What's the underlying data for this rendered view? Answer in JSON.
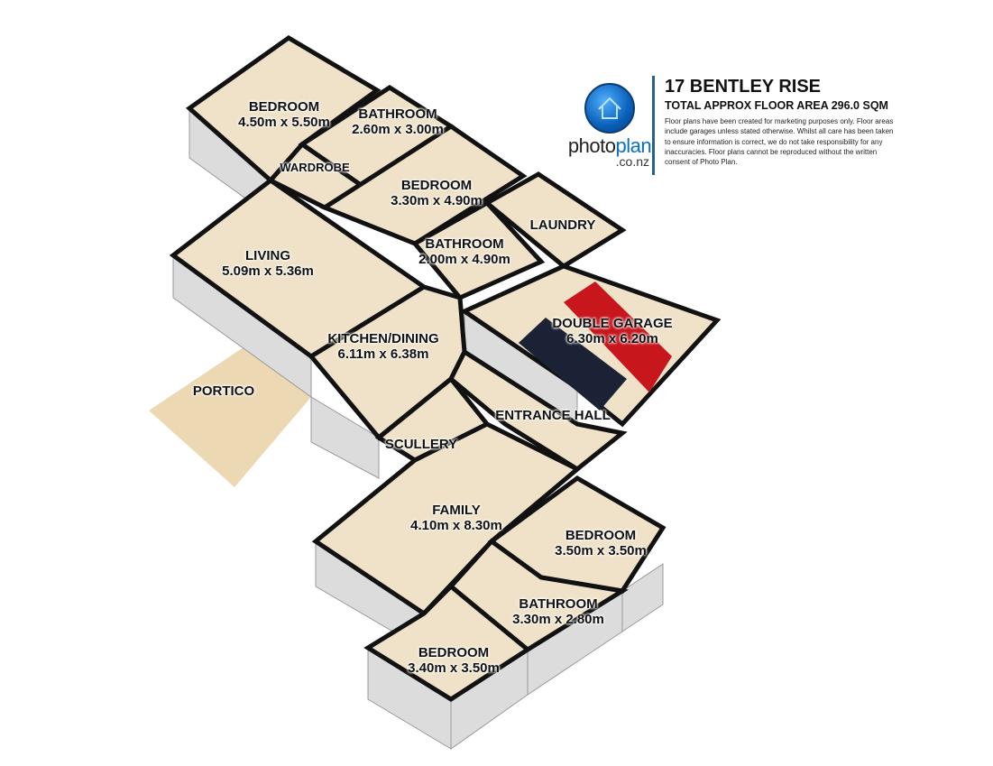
{
  "header": {
    "title": "17 BENTLEY RISE",
    "total_area": "TOTAL APPROX FLOOR AREA 296.0 SQM",
    "disclaimer": "Floor plans have been created for marketing purposes only. Floor areas include garages unless stated otherwise. Whilst all care has been taken to ensure information is correct, we do not take responsibility for any inaccuracies. Floor plans cannot be reproduced without the written consent of Photo Plan.",
    "logo": {
      "brand_a": "photo",
      "brand_b": "plan",
      "domain": ".co.nz",
      "icon": "house-icon",
      "color": "#0a6fc4"
    }
  },
  "colors": {
    "floor": "#efe2c8",
    "wall_top": "#111111",
    "wall_side": "#dcdcdc",
    "portico": "#ecd9b4"
  },
  "rooms": [
    {
      "name": "BEDROOM",
      "size": "4.50m x 5.50m"
    },
    {
      "name": "BATHROOM",
      "size": "2.60m x 3.00m"
    },
    {
      "name": "WARDROBE",
      "size": ""
    },
    {
      "name": "BEDROOM",
      "size": "3.30m x 4.90m"
    },
    {
      "name": "LAUNDRY",
      "size": ""
    },
    {
      "name": "BATHROOM",
      "size": "2.00m x 4.90m"
    },
    {
      "name": "LIVING",
      "size": "5.09m x 5.36m"
    },
    {
      "name": "DOUBLE GARAGE",
      "size": "6.30m x 6.20m"
    },
    {
      "name": "KITCHEN/DINING",
      "size": "6.11m x 6.38m"
    },
    {
      "name": "PORTICO",
      "size": ""
    },
    {
      "name": "ENTRANCE HALL",
      "size": ""
    },
    {
      "name": "SCULLERY",
      "size": ""
    },
    {
      "name": "FAMILY",
      "size": "4.10m x 8.30m"
    },
    {
      "name": "BEDROOM",
      "size": "3.50m x 3.50m"
    },
    {
      "name": "BATHROOM",
      "size": "3.30m x 2.80m"
    },
    {
      "name": "BEDROOM",
      "size": "3.40m x 3.50m"
    }
  ]
}
